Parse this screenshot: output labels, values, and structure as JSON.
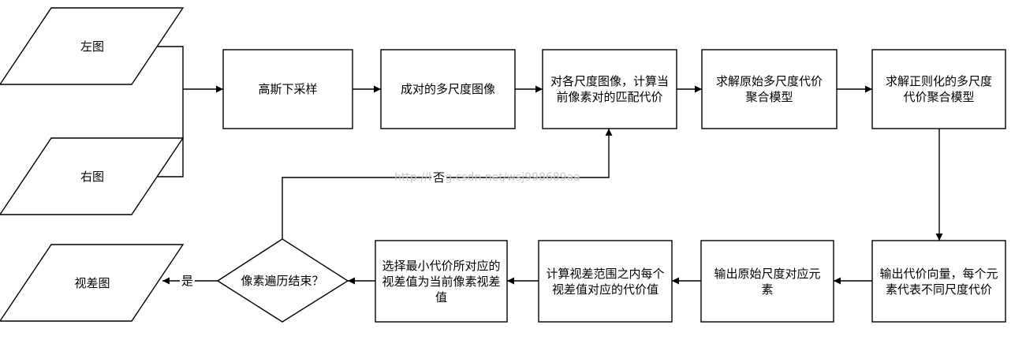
{
  "nodes": {
    "left_image": "左图",
    "right_image": "右图",
    "gaussian_downsample": "高斯下采样",
    "pair_multiscale": "成对的多尺度图像",
    "matching_cost": "对各尺度图像，计算当前像素对的匹配代价",
    "original_aggregation": "求解原始多尺度代价聚合模型",
    "regularized_aggregation": "求解正则化的多尺度代价聚合模型",
    "output_cost_vector": "输出代价向量，每个元素代表不同尺度代价",
    "output_original_scale": "输出原始尺度对应元素",
    "disparity_cost": "计算视差范围之内每个视差值对应的代价值",
    "select_min_cost": "选择最小代价所对应的视差值为当前像素视差值",
    "pixels_done": "像素遍历结束？",
    "disparity_map": "视差图"
  },
  "edges": {
    "no_label": "否",
    "yes_label": "是"
  },
  "watermark": "http://blog.csdn.net/wsj998689aa"
}
